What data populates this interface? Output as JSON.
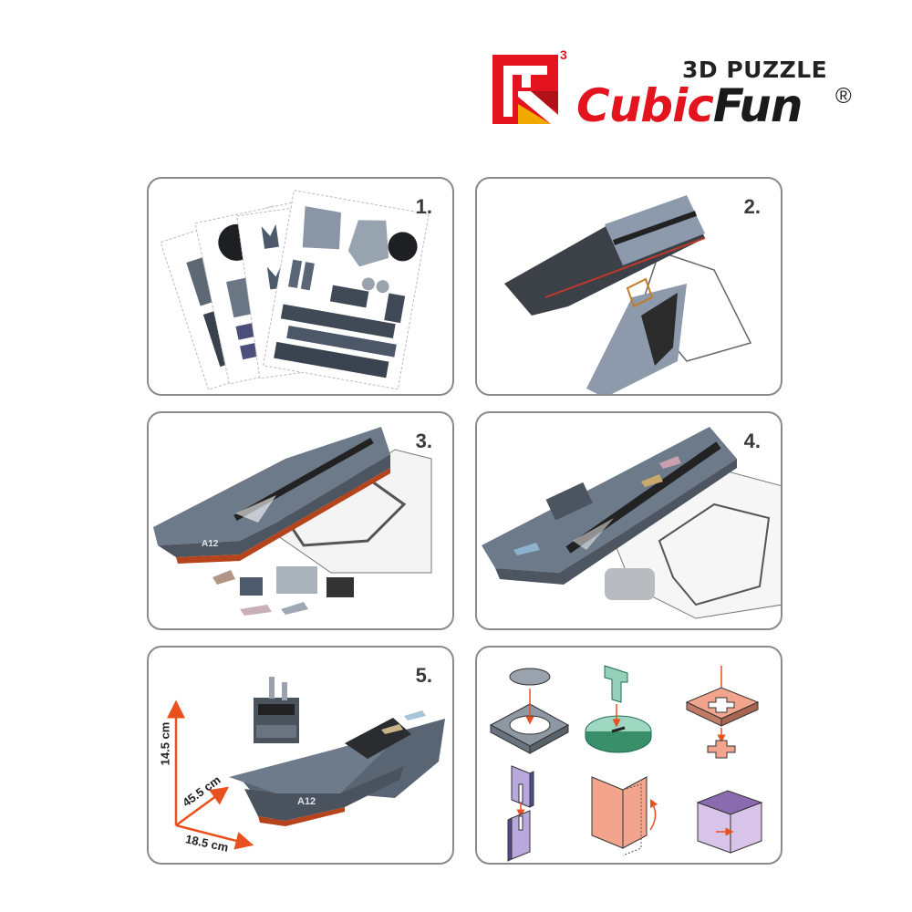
{
  "logo": {
    "subtitle": "3D PUZZLE",
    "brand_part1": "Cubic",
    "brand_part2": "Fun",
    "registered": "®",
    "superscript": "3",
    "colors": {
      "red": "#e3141d",
      "dark_red": "#b0121a",
      "yellow": "#f2a900",
      "black": "#1a1a1a"
    }
  },
  "panels": [
    {
      "step": "1.",
      "description": "Printed puzzle sheets fanned out"
    },
    {
      "step": "2.",
      "description": "Partially assembled hull and deck"
    },
    {
      "step": "3.",
      "description": "Deck assembled, island parts and aircraft"
    },
    {
      "step": "4.",
      "description": "Deck with aircraft, island being built"
    },
    {
      "step": "5.",
      "description": "Completed aircraft carrier model",
      "hull_number": "A12",
      "dimensions": {
        "height": "14.5 cm",
        "length": "45.5 cm",
        "width": "18.5 cm"
      }
    },
    {
      "step": "",
      "description": "Assembly technique legend: disc into ring, T-tab into slot, cross into cross slot, interlocking slots, folding tab, box corner tab"
    }
  ],
  "colors": {
    "panel_border": "#8a8a8a",
    "arrow": "#e8501e",
    "deck": "#5f6b7a",
    "hull_bottom": "#b5441c"
  }
}
